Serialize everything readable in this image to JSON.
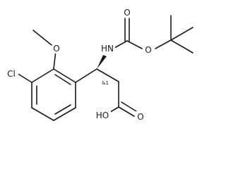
{
  "atom_labels": {
    "cl": "Cl",
    "methoxy_o": "O",
    "nh": "HN",
    "carbonyl_o_top": "O",
    "ester_o": "O",
    "acid_oh": "HO",
    "acid_o": "O"
  },
  "stereo_label": "&1",
  "colors": {
    "ink": "#1a1a1a",
    "background": "#ffffff"
  }
}
